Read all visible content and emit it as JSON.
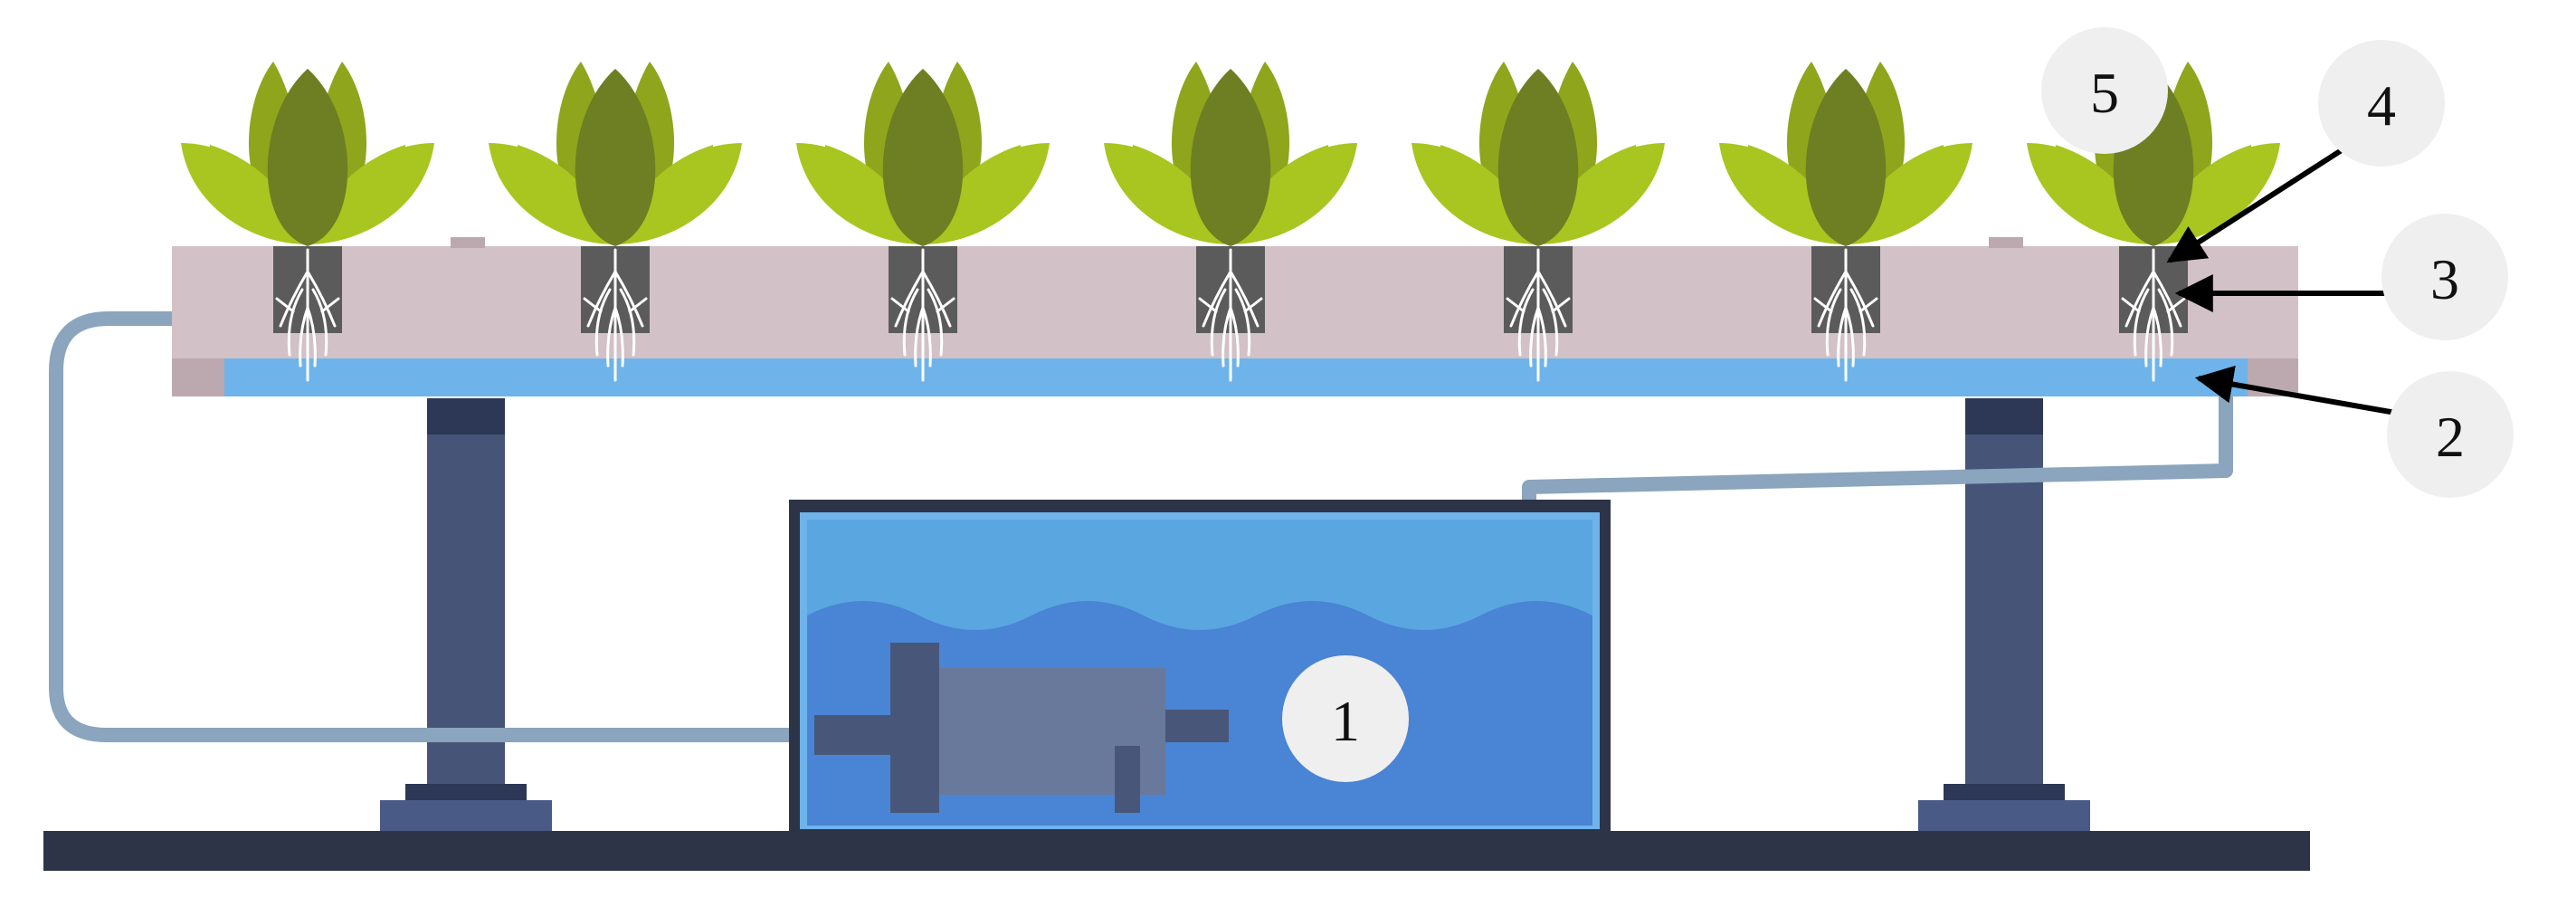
{
  "callouts": [
    {
      "id": "1",
      "label": "1"
    },
    {
      "id": "2",
      "label": "2"
    },
    {
      "id": "3",
      "label": "3"
    },
    {
      "id": "4",
      "label": "4"
    },
    {
      "id": "5",
      "label": "5"
    }
  ],
  "plants": {
    "count": 7
  },
  "colors": {
    "channel": "#d2c1c7",
    "channel_edge": "#bca9b0",
    "film": "#6eb4ea",
    "leaf_light": "#a9c520",
    "leaf_mid": "#8fa51c",
    "leaf_dark": "#6e7e23",
    "net_pot": "#5b5b5b",
    "roots": "#ffffff",
    "pipe": "#8aa5bd",
    "leg": "#465478",
    "leg_top": "#2d3756",
    "foot": "#4a5a86",
    "base": "#2d3448",
    "tank_frame": "#2d3448",
    "tank_water_top": "#5aa6e0",
    "tank_water": "#4a84d4",
    "pump": "#69799b",
    "pump_dark": "#485779",
    "callout_bg": "#efefef"
  }
}
